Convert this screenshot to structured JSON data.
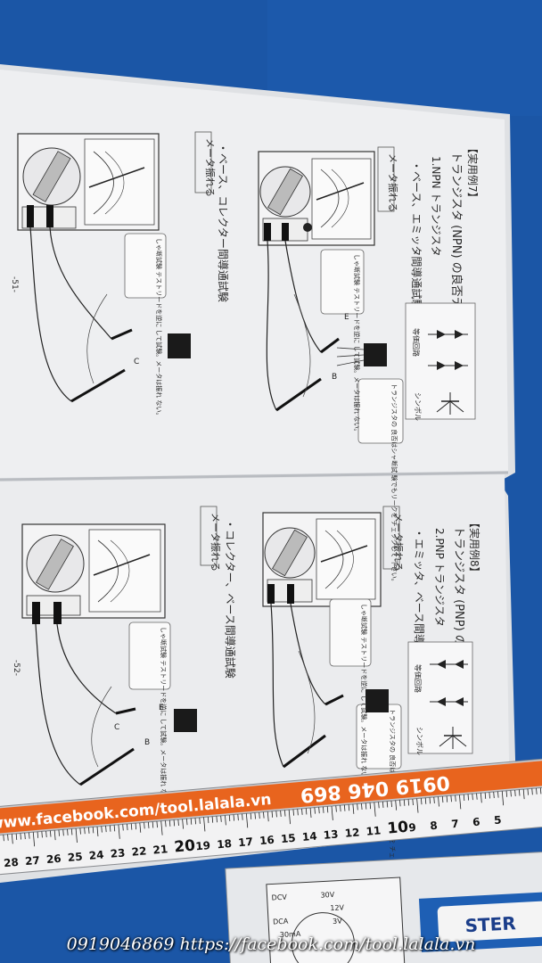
{
  "page_top": {
    "example_heading": "【実用例7】",
    "example_title": "トランジスタ (NPN) の良否テスト。",
    "subtitle": "1.NPN トランジスタ",
    "test_1": "・ベース、エミッタ間導通試験",
    "test_2": "・ベース、コレクター間導通試験",
    "meter_label": "メータ振れる",
    "note": "しゃ断試験 テストリードを逆に して試験。メータは振れ ない。",
    "symbol_caption": "シンボル",
    "equivalent_caption": "等価回路",
    "transistor_note": "トランジスタの 良否はシャ断試 験でもリークを チェックして 下さい。",
    "page_no": "-51-"
  },
  "page_bottom": {
    "example_heading": "【実用例8】",
    "example_title": "トランジスタ (PNP) の良否テスト",
    "subtitle": "2.PNP トランジスタ",
    "test_1": "・エミッタ、ベース間導通試験",
    "test_2": "・コレクター、ベース間導通試験",
    "meter_label": "メータ振れる",
    "note": "しゃ断試験 テストリードを逆に して試験。メータは振れ ない。",
    "symbol_caption": "シンボル",
    "equivalent_caption": "等価回路",
    "transistor_note": "トランジスタの 良否はシャ断試 験でもリークを チェックして 下さい。",
    "page_no": "-52-"
  },
  "pin_labels": [
    "E",
    "B",
    "C"
  ],
  "ruler": {
    "phone": "0919 046 869",
    "site": "www.facebook.com/tool.lalala.vn",
    "numbers": [
      "28",
      "27",
      "26",
      "25",
      "24",
      "23",
      "22",
      "21",
      "20",
      "19",
      "18",
      "17",
      "16",
      "15",
      "14",
      "13",
      "12",
      "11",
      "10",
      "9",
      "8",
      "7",
      "6",
      "5"
    ]
  },
  "meter_box": {
    "brand": "STER",
    "range_labels": [
      "DCV",
      "30V",
      "12V",
      "3V",
      "DCA",
      "30mA"
    ]
  },
  "watermark": "0919046869 https://facebook.com/tool.lalala.vn",
  "colors": {
    "background": "#1b56a6",
    "paper": "#ecedef",
    "ruler_orange": "#e8641e",
    "ink": "#2a2a2a"
  }
}
